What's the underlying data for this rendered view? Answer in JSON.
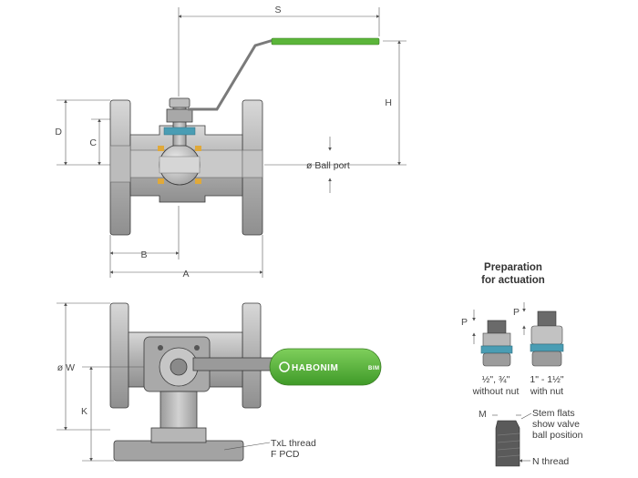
{
  "dimensions": {
    "S": "S",
    "H": "H",
    "D": "D",
    "C": "C",
    "B": "B",
    "A": "A",
    "W": "ø W",
    "K": "K",
    "P1": "P",
    "P2": "P",
    "M": "M"
  },
  "labels": {
    "ball_port": "ø Ball port",
    "thread_line1": "TxL thread",
    "thread_line2": "F PCD",
    "stem_line1": "Stem flats",
    "stem_line2": "show valve",
    "stem_line3": "ball position",
    "n_thread": "N thread"
  },
  "actuation": {
    "title_line1": "Preparation",
    "title_line2": "for actuation",
    "small_size": "½\", ¾\"",
    "small_note": "without nut",
    "large_size": "1\" - 1½\"",
    "large_note": "with nut"
  },
  "handle": {
    "brand": "HABONIM",
    "badge_text": "BIM",
    "color": "#5bb53a"
  },
  "colors": {
    "body": "#b3b3b3",
    "body_dark": "#8a8a8a",
    "seal_orange": "#e0a93a",
    "seal_teal": "#4a9db4",
    "handle_green": "#5bb53a"
  }
}
